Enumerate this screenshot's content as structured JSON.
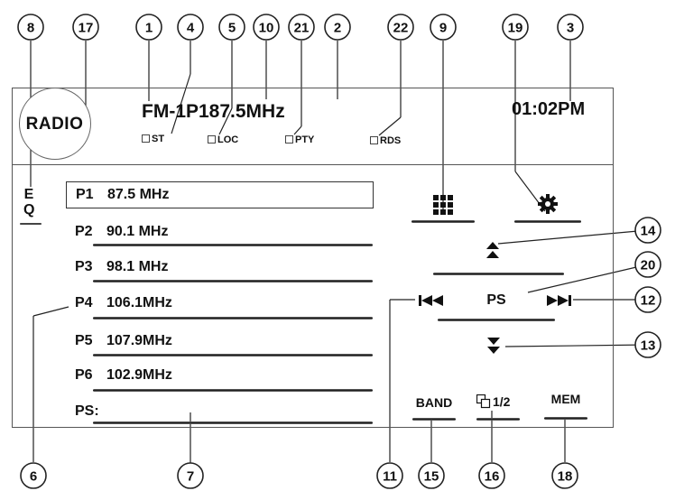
{
  "header": {
    "radio_label": "RADIO",
    "frequency_display": "FM-1P187.5MHz",
    "clock": "01:02PM",
    "indicators": {
      "st": "ST",
      "loc": "LOC",
      "pty": "PTY",
      "rds": "RDS"
    }
  },
  "eq_label": "EQ",
  "presets": [
    {
      "number": "P1",
      "frequency": "87.5 MHz"
    },
    {
      "number": "P2",
      "frequency": "90.1 MHz"
    },
    {
      "number": "P3",
      "frequency": "98.1 MHz"
    },
    {
      "number": "P4",
      "frequency": "106.1MHz"
    },
    {
      "number": "P5",
      "frequency": "107.9MHz"
    },
    {
      "number": "P6",
      "frequency": "102.9MHz"
    }
  ],
  "ps_row_label": "PS:",
  "controls": {
    "ps_button": "PS",
    "band_button": "BAND",
    "page_button": "1/2",
    "mem_button": "MEM"
  },
  "icons": {
    "menu": "grid-icon",
    "settings": "gear-icon",
    "seek_up": "up-arrow-icon",
    "seek_down": "down-arrow-icon",
    "previous": "previous-track-icon",
    "next": "next-track-icon",
    "page": "page-icon"
  },
  "callouts": [
    "1",
    "2",
    "3",
    "4",
    "5",
    "6",
    "7",
    "8",
    "9",
    "10",
    "11",
    "12",
    "13",
    "14",
    "15",
    "16",
    "17",
    "18",
    "19",
    "20",
    "21",
    "22"
  ]
}
